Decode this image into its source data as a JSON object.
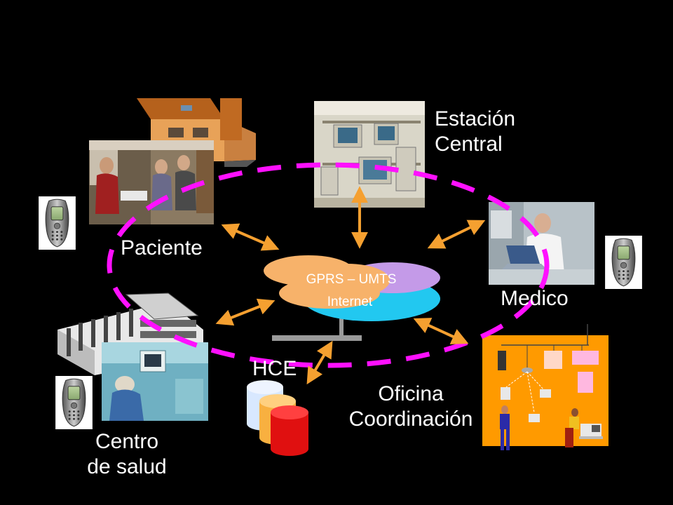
{
  "labels": {
    "estacion_central": [
      "Estación",
      "Central"
    ],
    "paciente": "Paciente",
    "medico": "Medico",
    "hce": "HCE",
    "oficina_coordinacion": [
      "Oficina",
      "Coordinación"
    ],
    "centro_salud": [
      "Centro",
      "de salud"
    ],
    "network_cloud": [
      "GPRS – UMTS",
      "Internet"
    ]
  },
  "colors": {
    "background": "#000000",
    "dashed_ring": "#ff10ff",
    "arrows": "#f5a030",
    "cloud_orange": "#f7b26a",
    "cloud_purple": "#c49ae8",
    "cloud_cyan": "#22c8f0",
    "cloud_text": "#ffffff",
    "office_panel": "#ff9a00",
    "db_blue": "#d8e8ff",
    "db_orange": "#f8b040",
    "db_red": "#e01010"
  },
  "icons": {
    "patient_photo": "patients-at-home-photo",
    "house": "house-icon",
    "central_station": "computer-station-photo",
    "doctor": "doctor-with-laptop-photo",
    "health_center": "health-center-building-icon",
    "mobile_phone": "mobile-phone-icon",
    "database": "database-cylinders-icon",
    "office": "office-coordination-illustration"
  }
}
